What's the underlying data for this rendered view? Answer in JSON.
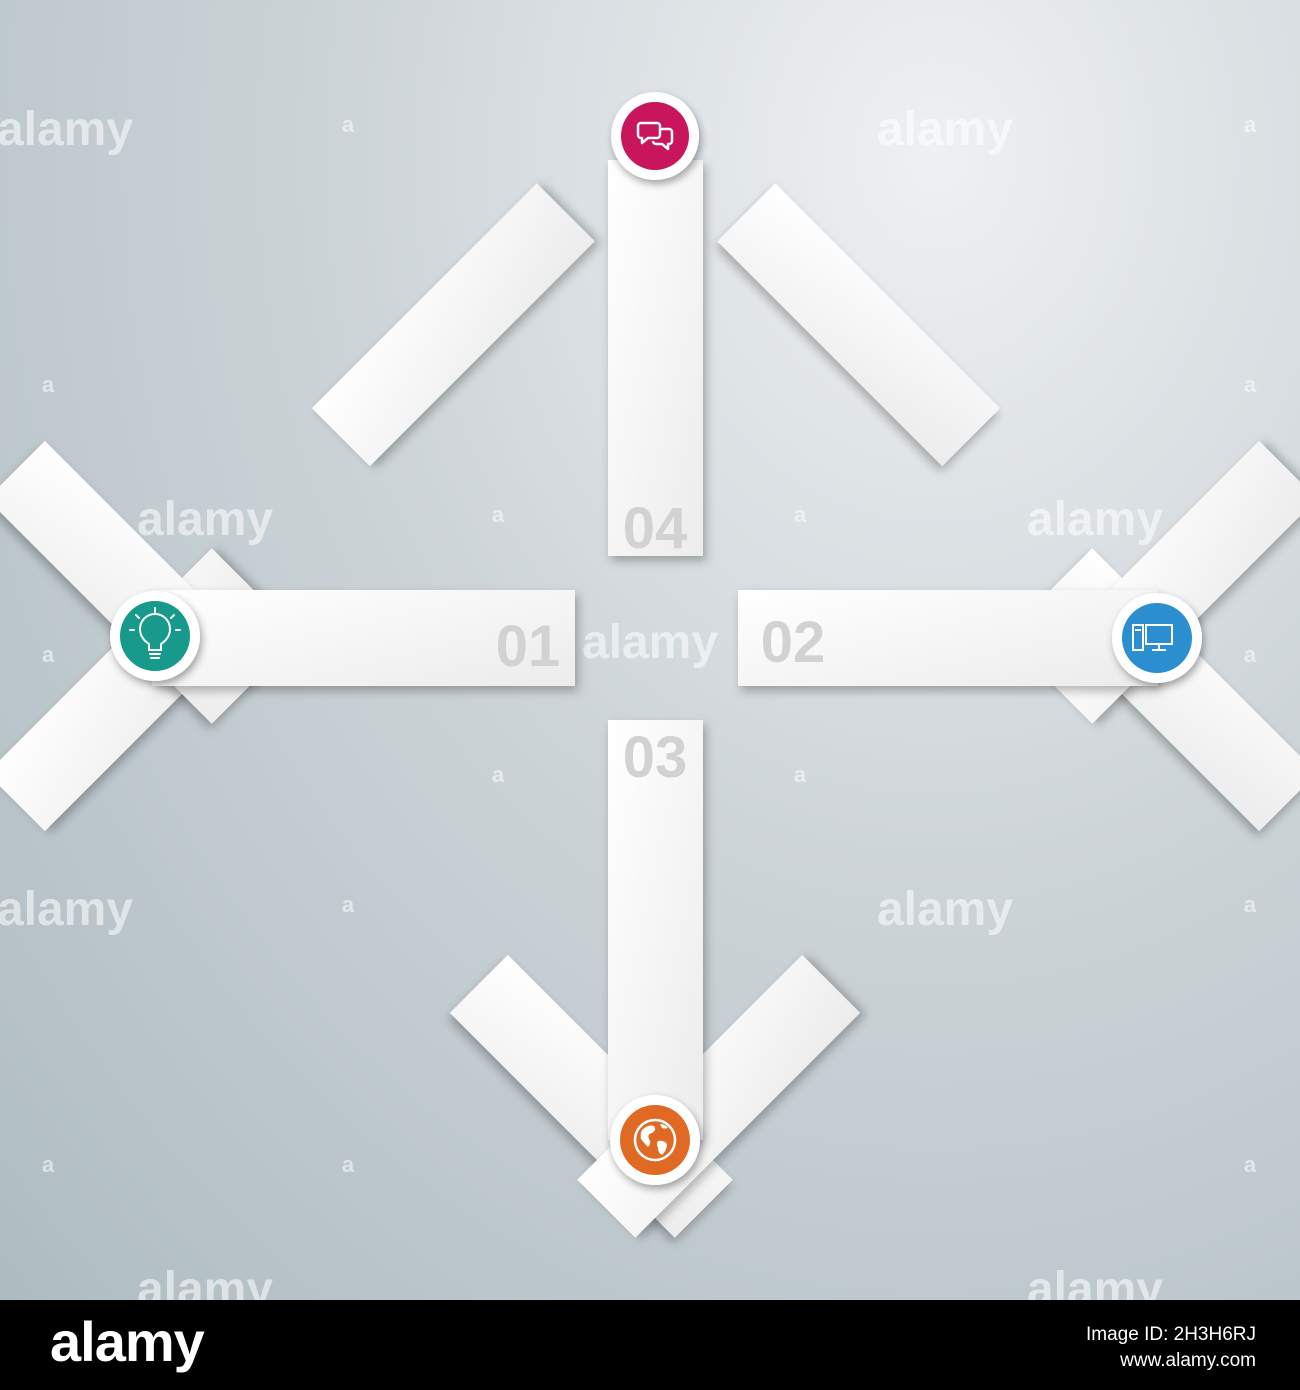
{
  "diagram": {
    "steps": [
      {
        "number": "01",
        "icon": "lightbulb-icon",
        "color": "#17998b"
      },
      {
        "number": "02",
        "icon": "computer-icon",
        "color": "#2b8fcf"
      },
      {
        "number": "03",
        "icon": "globe-icon",
        "color": "#e06a23"
      },
      {
        "number": "04",
        "icon": "speech-bubbles-icon",
        "color": "#c9155b"
      }
    ]
  },
  "watermark": {
    "text": "alamy",
    "mark": "a"
  },
  "footer": {
    "logo": "alamy",
    "image_id_line": "Image ID: 2H3H6RJ",
    "site_line": "www.alamy.com"
  }
}
